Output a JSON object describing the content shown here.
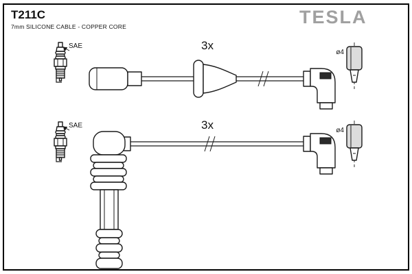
{
  "header": {
    "part_number": "T211C",
    "description": "7mm SILICONE CABLE - COPPER CORE",
    "brand": "TESLA"
  },
  "diagram": {
    "plug1_label": "SAE",
    "plug2_label": "SAE",
    "cable1_qty": "3x",
    "cable2_qty": "3x",
    "terminal1_diameter": "ø4",
    "terminal2_diameter": "ø4"
  },
  "colors": {
    "line": "#1a1a1a",
    "brand": "#a0a0a0",
    "shade": "#dcdcdc",
    "background": "#ffffff"
  }
}
